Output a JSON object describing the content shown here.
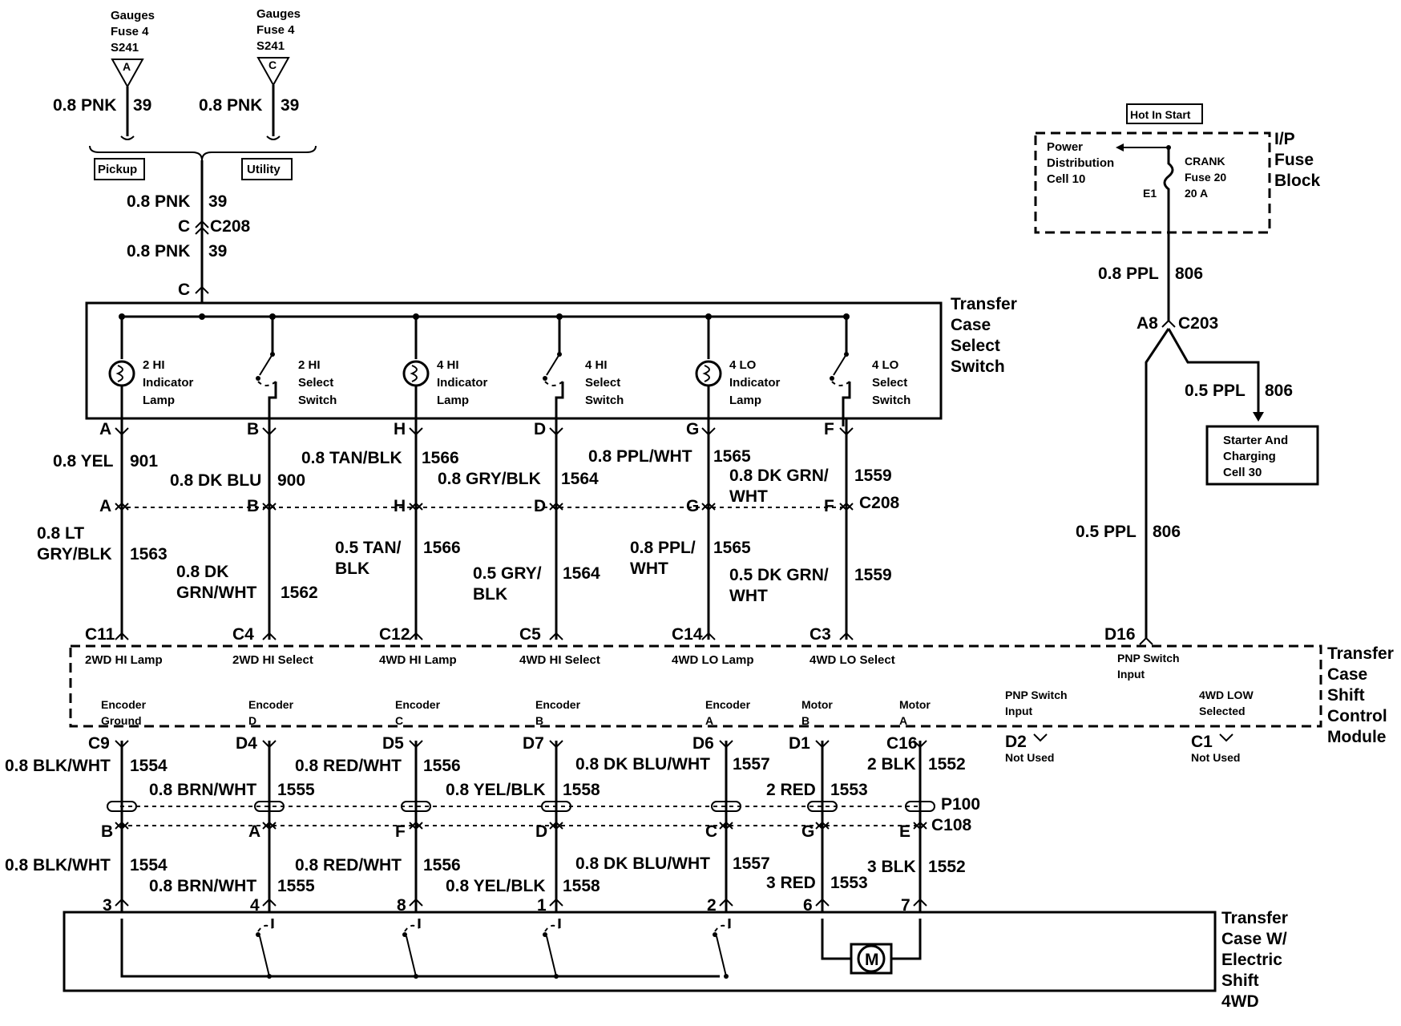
{
  "sources": {
    "left": {
      "l1": "Gauges",
      "l2": "Fuse 4",
      "l3": "S241",
      "pin": "A"
    },
    "right": {
      "l1": "Gauges",
      "l2": "Fuse 4",
      "l3": "S241",
      "pin": "C"
    },
    "wire_left": "0.8 PNK",
    "wire_left_num": "39",
    "wire_right": "0.8 PNK",
    "wire_right_num": "39",
    "pickup": "Pickup",
    "utility": "Utility",
    "w1": "0.8 PNK",
    "w1n": "39",
    "c208_pin": "C",
    "c208": "C208",
    "w2": "0.8 PNK",
    "w2n": "39",
    "c_pin": "C"
  },
  "switch_block": {
    "title1": "Transfer",
    "title2": "Case",
    "title3": "Select",
    "title4": "Switch",
    "items": [
      {
        "l1": "2 HI",
        "l2": "Indicator",
        "l3": "Lamp"
      },
      {
        "l1": "2 HI",
        "l2": "Select",
        "l3": "Switch"
      },
      {
        "l1": "4 HI",
        "l2": "Indicator",
        "l3": "Lamp"
      },
      {
        "l1": "4 HI",
        "l2": "Select",
        "l3": "Switch"
      },
      {
        "l1": "4 LO",
        "l2": "Indicator",
        "l3": "Lamp"
      },
      {
        "l1": "4 LO",
        "l2": "Select",
        "l3": "Switch"
      }
    ]
  },
  "upper_wires": [
    {
      "pin": "A",
      "wire": "0.8 YEL",
      "num": "901",
      "pin2": "A",
      "wire2a": "0.8 LT",
      "wire2b": "GRY/BLK",
      "num2": "1563",
      "cpin": "C11",
      "label": "2WD HI Lamp"
    },
    {
      "pin": "B",
      "wire": "0.8 DK BLU",
      "num": "900",
      "pin2": "B",
      "wire2a": "0.8 DK",
      "wire2b": "GRN/WHT",
      "num2": "1562",
      "cpin": "C4",
      "label": "2WD HI Select"
    },
    {
      "pin": "H",
      "wire": "0.8 TAN/BLK",
      "num": "1566",
      "pin2": "H",
      "wire2a": "0.5 TAN/",
      "wire2b": "BLK",
      "num2": "1566",
      "cpin": "C12",
      "label": "4WD HI Lamp"
    },
    {
      "pin": "D",
      "wire": "0.8 GRY/BLK",
      "num": "1564",
      "pin2": "D",
      "wire2a": "0.5 GRY/",
      "wire2b": "BLK",
      "num2": "1564",
      "cpin": "C5",
      "label": "4WD HI Select"
    },
    {
      "pin": "G",
      "wire": "0.8 PPL/WHT",
      "num": "1565",
      "pin2": "G",
      "wire2a": "0.8 PPL/",
      "wire2b": "WHT",
      "num2": "1565",
      "cpin": "C14",
      "label": "4WD LO Lamp"
    },
    {
      "pin": "F",
      "wire": "0.8 DK GRN/",
      "wire_b": "WHT",
      "num": "1559",
      "pin2": "F",
      "wire2a": "0.5 DK GRN/",
      "wire2b": "WHT",
      "num2": "1559",
      "cpin": "C3",
      "label": "4WD LO Select"
    }
  ],
  "c208_right": "C208",
  "fuse_block": {
    "hot": "Hot In Start",
    "pd1": "Power",
    "pd2": "Distribution",
    "pd3": "Cell 10",
    "crank1": "CRANK",
    "crank2": "Fuse 20",
    "crank3": "20 A",
    "e1": "E1",
    "t1": "I/P",
    "t2": "Fuse",
    "t3": "Block"
  },
  "ppl": {
    "w1": "0.8 PPL",
    "n1": "806",
    "a8": "A8",
    "c203": "C203",
    "w2": "0.5 PPL",
    "n2": "806",
    "starter1": "Starter And",
    "starter2": "Charging",
    "starter3": "Cell 30",
    "w3": "0.5 PPL",
    "n3": "806",
    "d16": "D16",
    "pnp1": "PNP Switch",
    "pnp2": "Input"
  },
  "module": {
    "t1": "Transfer",
    "t2": "Case",
    "t3": "Shift",
    "t4": "Control",
    "t5": "Module",
    "lower_labels": [
      {
        "l1": "Encoder",
        "l2": "Ground"
      },
      {
        "l1": "Encoder",
        "l2": "D"
      },
      {
        "l1": "Encoder",
        "l2": "C"
      },
      {
        "l1": "Encoder",
        "l2": "B"
      },
      {
        "l1": "Encoder",
        "l2": "A"
      },
      {
        "l1": "Motor",
        "l2": "B"
      },
      {
        "l1": "Motor",
        "l2": "A"
      }
    ],
    "pnp_in1": "PNP Switch",
    "pnp_in2": "Input",
    "low1": "4WD LOW",
    "low2": "Selected",
    "d2": "D2",
    "c1": "C1",
    "not_used": "Not Used"
  },
  "lower_wires": [
    {
      "cpin": "C9",
      "wire": "0.8 BLK/WHT",
      "num": "1554",
      "pin": "B",
      "wire2": "0.8 BLK/WHT",
      "num2": "1554",
      "tpin": "3"
    },
    {
      "cpin": "D4",
      "wire": "0.8 BRN/WHT",
      "num": "1555",
      "pin": "A",
      "wire2": "0.8 BRN/WHT",
      "num2": "1555",
      "tpin": "4"
    },
    {
      "cpin": "D5",
      "wire": "0.8 RED/WHT",
      "num": "1556",
      "pin": "F",
      "wire2": "0.8 RED/WHT",
      "num2": "1556",
      "tpin": "8"
    },
    {
      "cpin": "D7",
      "wire": "0.8 YEL/BLK",
      "num": "1558",
      "pin": "D",
      "wire2": "0.8 YEL/BLK",
      "num2": "1558",
      "tpin": "1"
    },
    {
      "cpin": "D6",
      "wire": "0.8 DK BLU/WHT",
      "num": "1557",
      "pin": "C",
      "wire2": "0.8 DK BLU/WHT",
      "num2": "1557",
      "tpin": "2"
    },
    {
      "cpin": "D1",
      "wire": "2 RED",
      "num": "1553",
      "pin": "G",
      "wire2": "3 RED",
      "num2": "1553",
      "tpin": "6"
    },
    {
      "cpin": "C16",
      "wire": "2 BLK",
      "num": "1552",
      "pin": "E",
      "wire2": "3 BLK",
      "num2": "1552",
      "tpin": "7"
    }
  ],
  "p100": "P100",
  "c108": "C108",
  "transfer_case": {
    "t1": "Transfer",
    "t2": "Case W/",
    "t3": "Electric",
    "t4": "Shift",
    "t5": "4WD",
    "motor": "M"
  }
}
